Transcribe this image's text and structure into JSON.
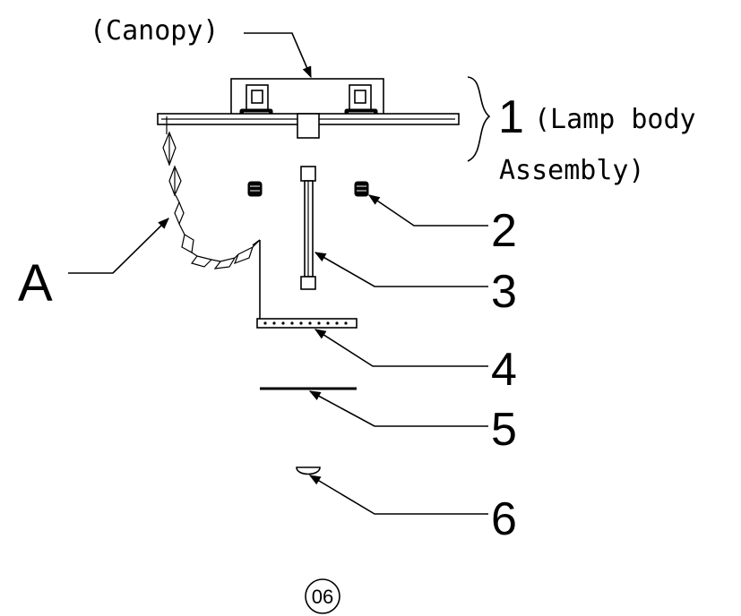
{
  "diagram": {
    "labels": {
      "canopy": "(Canopy)",
      "part1_number": "1",
      "part1_line1": "(Lamp body",
      "part1_line2": "Assembly)",
      "part2": "2",
      "part3": "3",
      "part4": "4",
      "part5": "5",
      "part6": "6",
      "partA": "A"
    },
    "page_number": "06",
    "colors": {
      "ink": "#000000",
      "paper": "#ffffff"
    }
  }
}
